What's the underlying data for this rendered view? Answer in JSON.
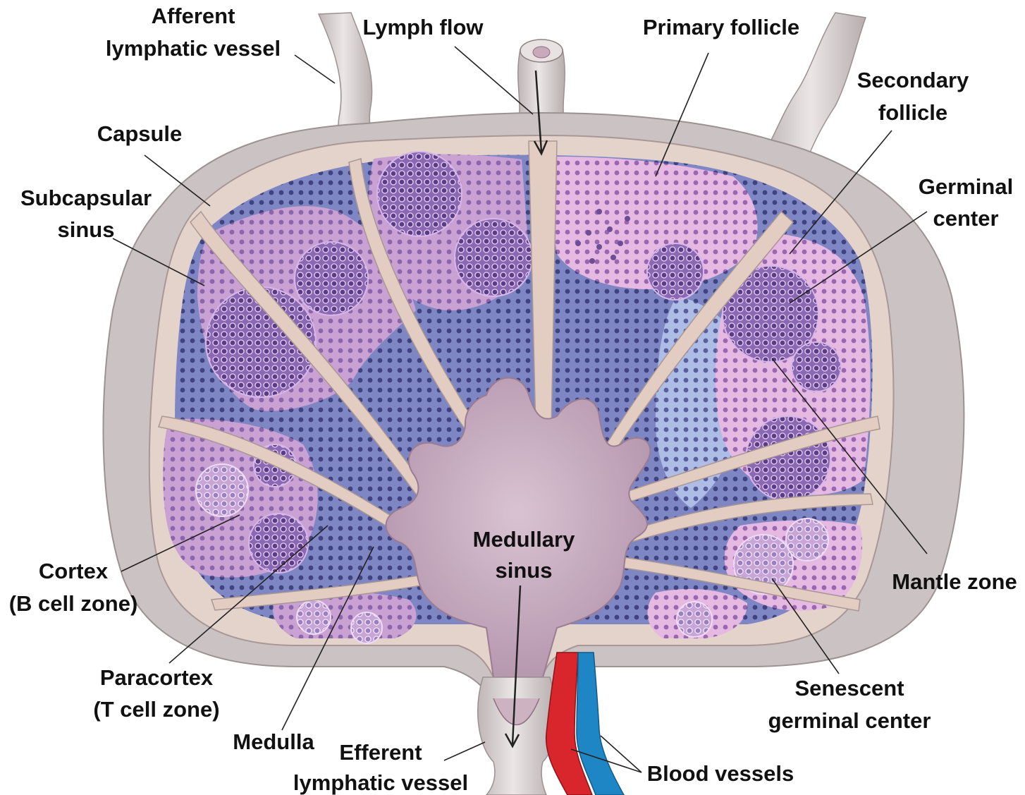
{
  "labels": {
    "afferent": [
      "Afferent",
      "lymphatic vessel"
    ],
    "lymph_flow": "Lymph flow",
    "primary_follicle": "Primary follicle",
    "secondary_follicle": [
      "Secondary",
      "follicle"
    ],
    "capsule": "Capsule",
    "subcapsular_sinus": [
      "Subcapsular",
      "sinus"
    ],
    "germinal_center": [
      "Germinal",
      "center"
    ],
    "medullary_sinus": [
      "Medullary",
      "sinus"
    ],
    "cortex": [
      "Cortex",
      "(B cell zone)"
    ],
    "mantle_zone": "Mantle zone",
    "paracortex": [
      "Paracortex",
      "(T cell zone)"
    ],
    "senescent_germinal_center": [
      "Senescent",
      "germinal center"
    ],
    "medulla": "Medulla",
    "efferent": [
      "Efferent",
      "lymphatic vessel"
    ],
    "blood_vessels": "Blood vessels"
  },
  "colors": {
    "capsule": "#cdc5c5",
    "trabecula": "#e6d0c6",
    "cortex": "#c79fd0",
    "paracortex": "#7f86c4",
    "paracortex_light": "#a9b8e4",
    "follicle_pink": "#e3b5df",
    "germinal": "#8563ad",
    "sinus": "#c7a7bd",
    "artery": "#d8262c",
    "vein": "#1f86c6"
  }
}
